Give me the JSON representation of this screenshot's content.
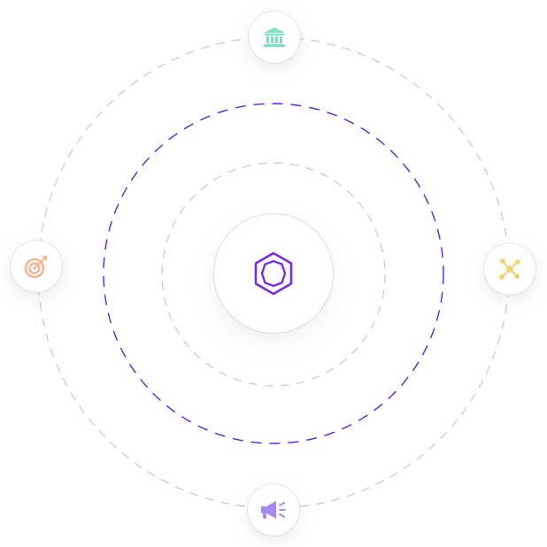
{
  "diagram": {
    "center": {
      "icon": "hexagon-logo-icon",
      "color": "#7b2be3"
    },
    "nodes": [
      {
        "position": "top",
        "icon": "bank-icon",
        "color": "#7fe0c2"
      },
      {
        "position": "left",
        "icon": "target-icon",
        "color": "#f3b690"
      },
      {
        "position": "right",
        "icon": "network-icon",
        "color": "#f2d277"
      },
      {
        "position": "bottom",
        "icon": "megaphone-icon",
        "color": "#a889ee"
      }
    ],
    "rings": [
      {
        "name": "inner",
        "color": "#c8c8c8"
      },
      {
        "name": "middle",
        "color": "#5a22e0"
      },
      {
        "name": "outer",
        "color": "#c8c8c8"
      }
    ]
  }
}
